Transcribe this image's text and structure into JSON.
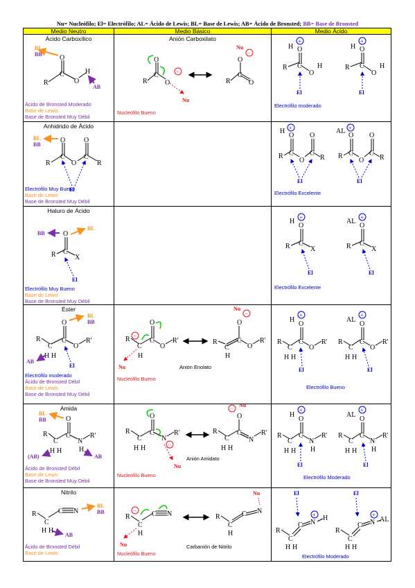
{
  "legend": {
    "main": "Nu= Nucleófilo; El= Electrófilo; AL= Ácido de Lewis; BL= Base de Lewis; AB= Ácido de Bronsted;",
    "bb": "BB= Base de Bronsted"
  },
  "headers": [
    "Medio Neutro",
    "Medio Básico",
    "Medio Ácido"
  ],
  "atoms": {
    "R": "R",
    "O": "O",
    "H": "H",
    "C": "C",
    "N": "N",
    "X": "X",
    "R1": "R'",
    "AL": "AL",
    "plus": "+",
    "minus": "−",
    "dots": "••",
    "colon": ":"
  },
  "tags": {
    "BL": "BL",
    "BB": "BB",
    "AB": "AB",
    "ABp": "(AB)",
    "El": "El",
    "Nu": "Nu"
  },
  "rows": [
    {
      "neutral": {
        "title": "Ácido Carboxílico",
        "lines": [
          "Ácido de Bronsted Moderado",
          "Base de Lewis",
          "Base de Bronsted Muy Débil"
        ]
      },
      "basic": {
        "title": "Anión Carboxilato",
        "lines": [
          "Nucleófilo Bueno"
        ]
      },
      "acid": {
        "lines": [
          "Electrófilo moderado"
        ]
      }
    },
    {
      "neutral": {
        "title": "Anhidrido de Ácido",
        "lines": [
          "Electrófilo Muy Bueno",
          "Base de Lewis",
          "Base de Bronsted Muy Débil"
        ]
      },
      "acid": {
        "lines": [
          "Electrófilo Excelente"
        ]
      }
    },
    {
      "neutral": {
        "title": "Haluro de Ácido",
        "lines": [
          "Electrófilo Muy Bueno",
          "Base de Lewis",
          "Base de Bronsted Muy Débil"
        ]
      },
      "acid": {
        "lines": [
          "Electrófilo Excelente"
        ]
      }
    },
    {
      "neutral": {
        "title": "Éster",
        "lines": [
          "Electrófilo moderado",
          "Ácido de Bronsted Débil",
          "Base de Lewis",
          "Base de Bronsted Muy Débil"
        ]
      },
      "basic": {
        "title": "Anión Enolato",
        "lines": [
          "Nucleófilo Bueno"
        ]
      },
      "acid": {
        "lines": [
          "Electrófilo Bueno"
        ]
      }
    },
    {
      "neutral": {
        "title": "Amida",
        "lines": [
          "Ácido de Bronsted Débil",
          "Base de Lewis",
          "Base de Bronsted Muy Débil"
        ]
      },
      "basic": {
        "title": "Anión Amidato",
        "lines": [
          "Nucleófilo Bueno"
        ]
      },
      "acid": {
        "lines": [
          "Electrófilo Moderado"
        ]
      }
    },
    {
      "neutral": {
        "title": "Nitrilo",
        "lines": [
          "Ácido de Bronsted Débil",
          "Base de Lewis"
        ]
      },
      "basic": {
        "title": "Carbanión de Nitrilo",
        "lines": [
          "Nucleófilo Bueno"
        ]
      },
      "acid": {
        "lines": [
          "Electrófilo Moderado"
        ]
      }
    }
  ]
}
